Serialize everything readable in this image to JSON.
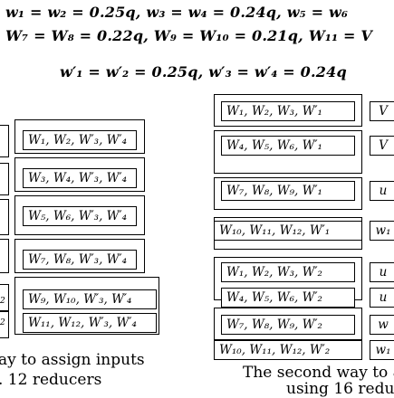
{
  "equations": {
    "line1": "w₁ = w₂ = 0.25q, w₃ = w₄ = 0.24q, w₅ = w₆",
    "line2": "W₇ = W₈ = 0.22q, W₉ = W₁₀ = 0.21q, W₁₁ = V",
    "line3": "w′₁ = w′₂ = 0.25q, w′₃ = w′₄ = 0.24q"
  },
  "left_reducers": [
    "W₁, W₂, W′₃, W′₄",
    "W₃, W₄, W′₃, W′₄",
    "W₅, W₆, W′₃, W′₄",
    "W₇, W₈, W′₃, W′₄",
    "W₉, W₁₀, W′₃, W′₄",
    "W₁₁, W₁₂, W′₃, W′₄"
  ],
  "left_edge_ticks": [
    "",
    "",
    "",
    "",
    "2",
    "2"
  ],
  "middle_reducers": [
    "W₁, W₂, W₃, W′₁",
    "W₄, W₅, W₆, W′₁",
    "W₇, W₈, W₉, W′₁",
    "W₁₀, W₁₁, W₁₂, W′₁",
    "W₁, W₂, W₃, W′₂",
    "W₄, W₅, W₆, W′₂",
    "W₇, W₈, W₉, W′₂",
    "W₁₀, W₁₁, W₁₂, W′₂"
  ],
  "right_edge_labels": [
    "V",
    "V",
    "u",
    "w₁",
    "u",
    "u",
    "w",
    "w₁"
  ],
  "captions": {
    "left_line1": "ay to assign inputs",
    "left_line2": ". 12 reducers",
    "right_line1": "The second way to a",
    "right_line2": "using 16 redu"
  }
}
